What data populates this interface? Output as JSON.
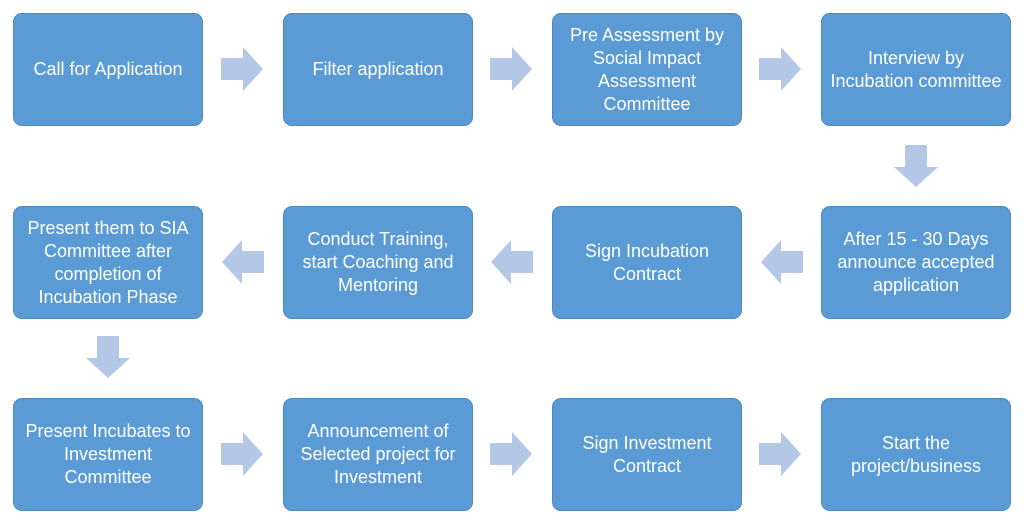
{
  "steps": {
    "call_for_application": "Call for Application",
    "filter_application": "Filter application",
    "pre_assessment": "Pre Assessment by Social Impact Assessment Committee",
    "interview": "Interview by Incubation committee",
    "announce_accepted": "After 15 - 30 Days announce accepted application",
    "sign_incubation": "Sign Incubation Contract",
    "conduct_training": "Conduct Training, start Coaching and Mentoring",
    "present_sia": "Present them to SIA Committee after completion of Incubation Phase",
    "present_incubates": "Present Incubates to Investment Committee",
    "announcement_selected": "Announcement of Selected project for Investment",
    "sign_investment": "Sign Investment Contract",
    "start_project": "Start the project/business"
  },
  "colors": {
    "box_fill": "#5b9bd5",
    "box_border": "#4a88c0",
    "arrow_fill": "#b4c7e7",
    "text": "#ffffff"
  }
}
